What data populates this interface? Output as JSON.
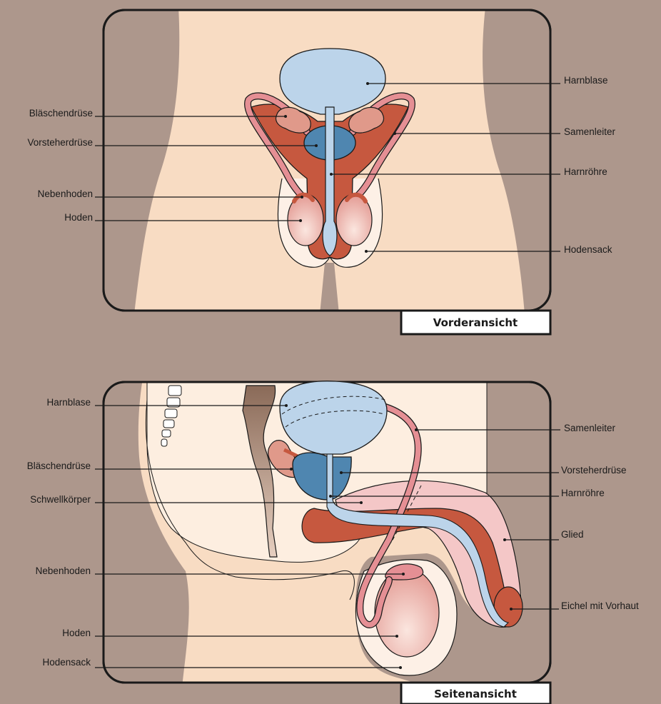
{
  "front_view": {
    "caption": "Vorderansicht",
    "labels_left": [
      "Bläschendrüse",
      "Vorsteherdrüse",
      "Nebenhoden",
      "Hoden"
    ],
    "labels_right": [
      "Harnblase",
      "Samenleiter",
      "Harnröhre",
      "Hodensack"
    ]
  },
  "side_view": {
    "caption": "Seitenansicht",
    "labels_left": [
      "Harnblase",
      "Bläschendrüse",
      "Schwellkörper",
      "Nebenhoden",
      "Hoden",
      "Hodensack"
    ],
    "labels_right": [
      "Samenleiter",
      "Vorsteherdrüse",
      "Harnröhre",
      "Glied",
      "Eichel mit Vorhaut"
    ]
  },
  "colors": {
    "background": "#ad978c",
    "skin": "#f8dcc3",
    "bladder": "#bcd4ea",
    "prostate": "#4f86b0",
    "erectile_tissue": "#c6583f",
    "vas_deferens": "#e58f94",
    "testis": "#f0c1b8"
  }
}
